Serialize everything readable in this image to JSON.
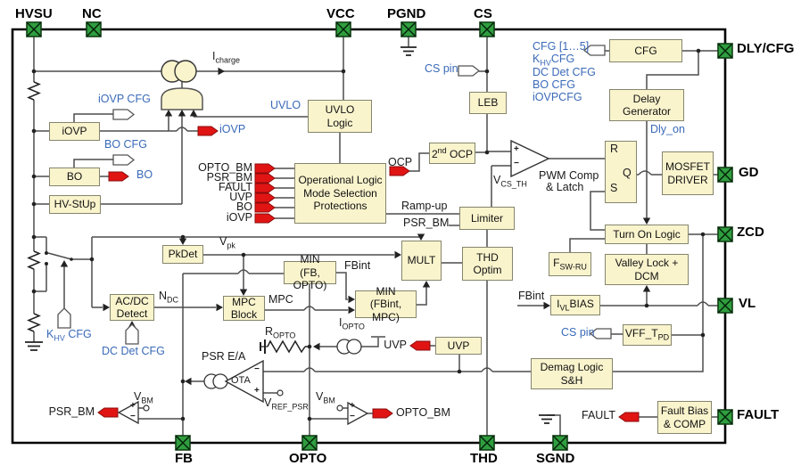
{
  "title": "Power controller IC internal block diagram",
  "colors": {
    "block_fill": "#faf4cd",
    "pin_green": "#2f9e3f",
    "accent_blue": "#3a6ab8",
    "tag_red": "#e11414",
    "wire": "#4d4d4d"
  },
  "t": {
    "pin_hvsu": "HVSU",
    "pin_nc": "NC",
    "pin_vcc": "VCC",
    "pin_pgnd": "PGND",
    "pin_cs": "CS",
    "pin_dlycfg": "DLY/CFG",
    "pin_gd": "GD",
    "pin_zcd": "ZCD",
    "pin_vl": "VL",
    "pin_fault": "FAULT",
    "pin_fb": "FB",
    "pin_opto": "OPTO",
    "pin_thd": "THD",
    "pin_sgnd": "SGND",
    "blk_iovp": "iOVP",
    "blk_bo": "BO",
    "blk_hvstup": "HV-StUp",
    "blk_uvlo1": "UVLO",
    "blk_uvlo2": "Logic",
    "blk_cfg": "CFG",
    "blk_delay1": "Delay",
    "blk_delay2": "Generator",
    "blk_leb": "LEB",
    "ocp2_b": "2",
    "ocp2_sup": "nd",
    "ocp2_rest": " OCP",
    "blk_op1": "Operational Logic",
    "blk_op2": "Mode Selection",
    "blk_op3": "Protections",
    "blk_limiter": "Limiter",
    "blk_mosfet1": "MOSFET",
    "blk_mosfet2": "DRIVER",
    "blk_tol": "Turn On Logic",
    "blk_valley1": "Valley Lock +",
    "blk_valley2": "DCM",
    "fsw_b": "F",
    "fsw_s": "SW-RU",
    "ivl_b": "I",
    "ivl_s": "VL",
    "ivl_rest": "BIAS",
    "vff_b": "VFF_T",
    "vff_s": "PD",
    "blk_mult": "MULT",
    "blk_thd1": "THD",
    "blk_thd2": "Optim",
    "blk_min1a": "MIN",
    "blk_min1b": "(FB, OPTO)",
    "blk_min2a": "MIN",
    "blk_min2b": "(FBint, MPC)",
    "blk_mpc1": "MPC",
    "blk_mpc2": "Block",
    "blk_acdc1": "AC/DC",
    "blk_acdc2": "Detect",
    "blk_pkdet": "PkDet",
    "blk_uvp": "UVP",
    "blk_demag1": "Demag Logic",
    "blk_demag2": "S&H",
    "blk_fault1": "Fault Bias",
    "blk_fault2": "& COMP",
    "in_optobm": "OPTO_BM",
    "in_psrbm": "PSR_BM",
    "in_fault": "FAULT",
    "in_uvp": "UVP",
    "in_bo": "BO",
    "in_iovp": "iOVP",
    "ocp": "OCP",
    "rampup": "Ramp-up",
    "psrbm_lim": "PSR_BM",
    "uvlo_sig": "UVLO",
    "iovp_cfg": "iOVP CFG",
    "bo_cfg": "BO CFG",
    "iovp_out": "iOVP",
    "bo_out": "BO",
    "cspin": "CS pin",
    "cspin2": "CS pin",
    "cfg_list1": "CFG [1…5]",
    "khv_b": "K",
    "khv_s": "HV",
    "khv_rest": "CFG",
    "cfg_list3": "DC Det CFG",
    "cfg_list4": "BO CFG",
    "cfg_list5": "iOVPCFG",
    "dlyon": "Dly_on",
    "icharge_b": "I",
    "icharge_s": "charge",
    "vpk_b": "V",
    "vpk_s": "pk",
    "ndc_b": "N",
    "ndc_s": "DC",
    "mpc_sig": "MPC",
    "fbint1": "FBint",
    "fbint2": "FBint",
    "vcsth_b": "V",
    "vcsth_s": "CS_TH",
    "pwm1": "PWM Comp",
    "pwm2": "& Latch",
    "lr": "R",
    "lq": "Q",
    "ls": "S",
    "plus": "+",
    "minus": "−",
    "vbm_b": "V",
    "vbm_s": "BM",
    "vref_b": "V",
    "vref_s": "REF_PSR",
    "ropto_b": "R",
    "ropto_s": "OPTO",
    "iopto_b": "I",
    "iopto_s": "OPTO",
    "psrea": "PSR E/A",
    "ota": "OTA",
    "khvflag_b": "K",
    "khvflag_s": "HV",
    "khvflag_rest": " CFG",
    "dcdet": "DC Det CFG",
    "uvp_out": "UVP",
    "fault_out": "FAULT",
    "psrbm_out": "PSR_BM",
    "optobm_out": "OPTO_BM"
  }
}
